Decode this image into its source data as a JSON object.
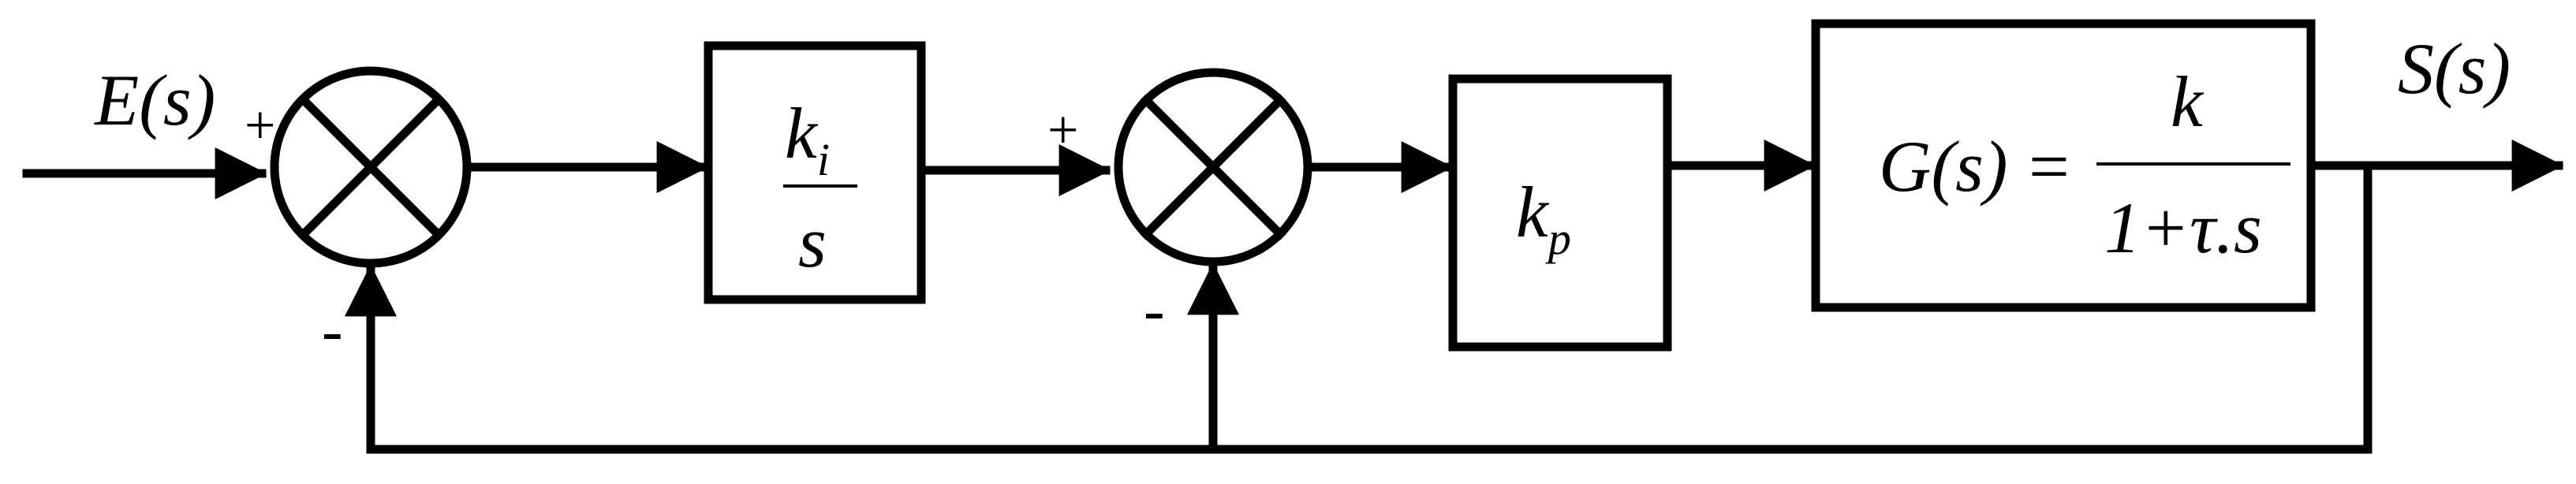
{
  "diagram": {
    "input_label": "E(s)",
    "output_label": "S(s)",
    "sum1": {
      "plus": "+",
      "minus": "-"
    },
    "sum2": {
      "plus": "+",
      "minus": "-"
    },
    "integral_block": {
      "numerator": "k",
      "numerator_sub": "i",
      "denominator": "s"
    },
    "proportional_block": {
      "symbol": "k",
      "subscript": "p"
    },
    "plant_block": {
      "lhs": "G(s)",
      "equals": "=",
      "numerator": "k",
      "denominator": "1+τ.s"
    }
  }
}
